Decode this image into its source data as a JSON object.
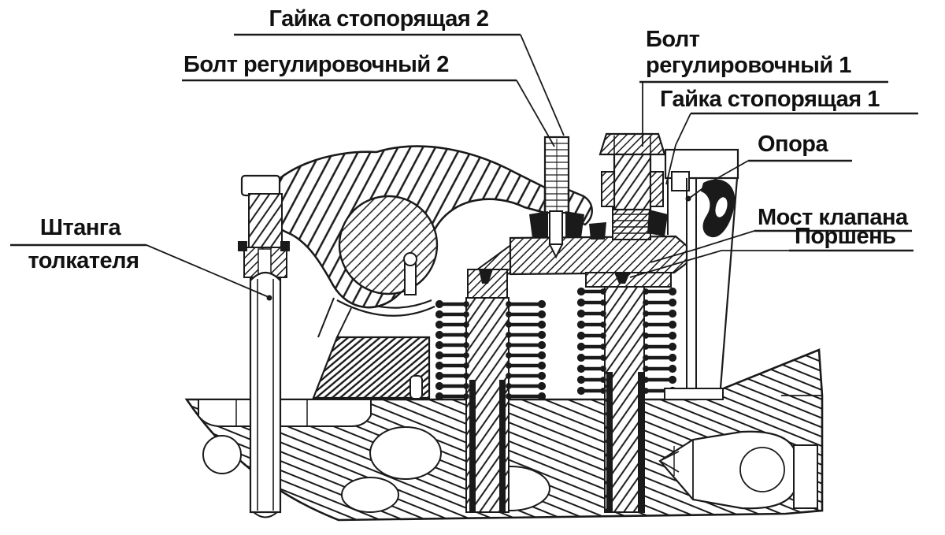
{
  "diagram": {
    "labels": {
      "locknut2": "Гайка стопорящая 2",
      "bolt2": "Болт регулировочный 2",
      "bolt1_line1": "Болт",
      "bolt1_line2": "регулировочный 1",
      "locknut1": "Гайка стопорящая 1",
      "support": "Опора",
      "bridge": "Мост клапана",
      "piston": "Поршень",
      "pushrod_line1": "Штанга",
      "pushrod_line2": "толкателя"
    },
    "colors": {
      "ink": "#1a1a1a",
      "background": "#ffffff"
    }
  }
}
